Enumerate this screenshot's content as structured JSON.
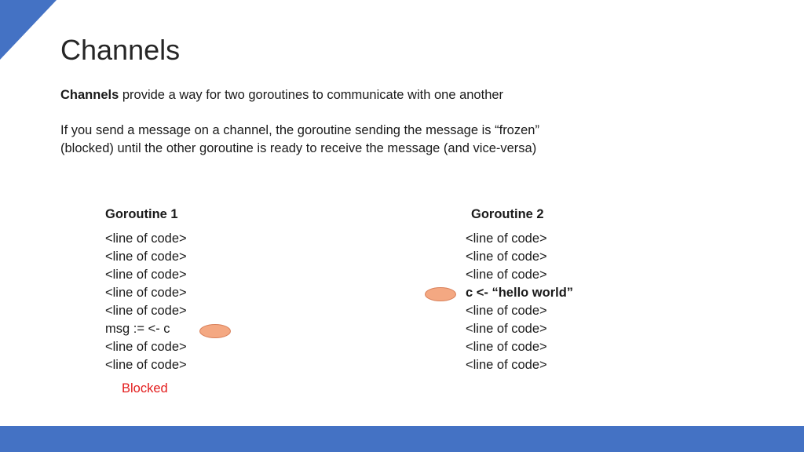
{
  "slide": {
    "title": "Channels",
    "intro": {
      "term": "Channels",
      "text": " provide a way for two goroutines to communicate with one another"
    },
    "explanation": {
      "line1": "If you send a message on a channel, the goroutine sending the message is “frozen”",
      "line2": "(blocked) until the other goroutine is ready to receive the message (and vice-versa)"
    },
    "goroutine1": {
      "heading": "Goroutine 1",
      "lines": [
        "<line of code>",
        "<line of code>",
        "<line of code>",
        "<line of code>",
        "<line of code>",
        "msg := <- c",
        "<line of code>",
        "<line of code>"
      ],
      "status": "Blocked"
    },
    "goroutine2": {
      "heading": "Goroutine 2",
      "lines": [
        "<line of code>",
        "<line of code>",
        "<line of code>",
        "c <- “hello world”",
        "<line of code>",
        "<line of code>",
        "<line of code>",
        "<line of code>"
      ]
    },
    "colors": {
      "accent": "#4472c4",
      "marker": "#f4a882",
      "blocked": "#e31c1c"
    }
  }
}
